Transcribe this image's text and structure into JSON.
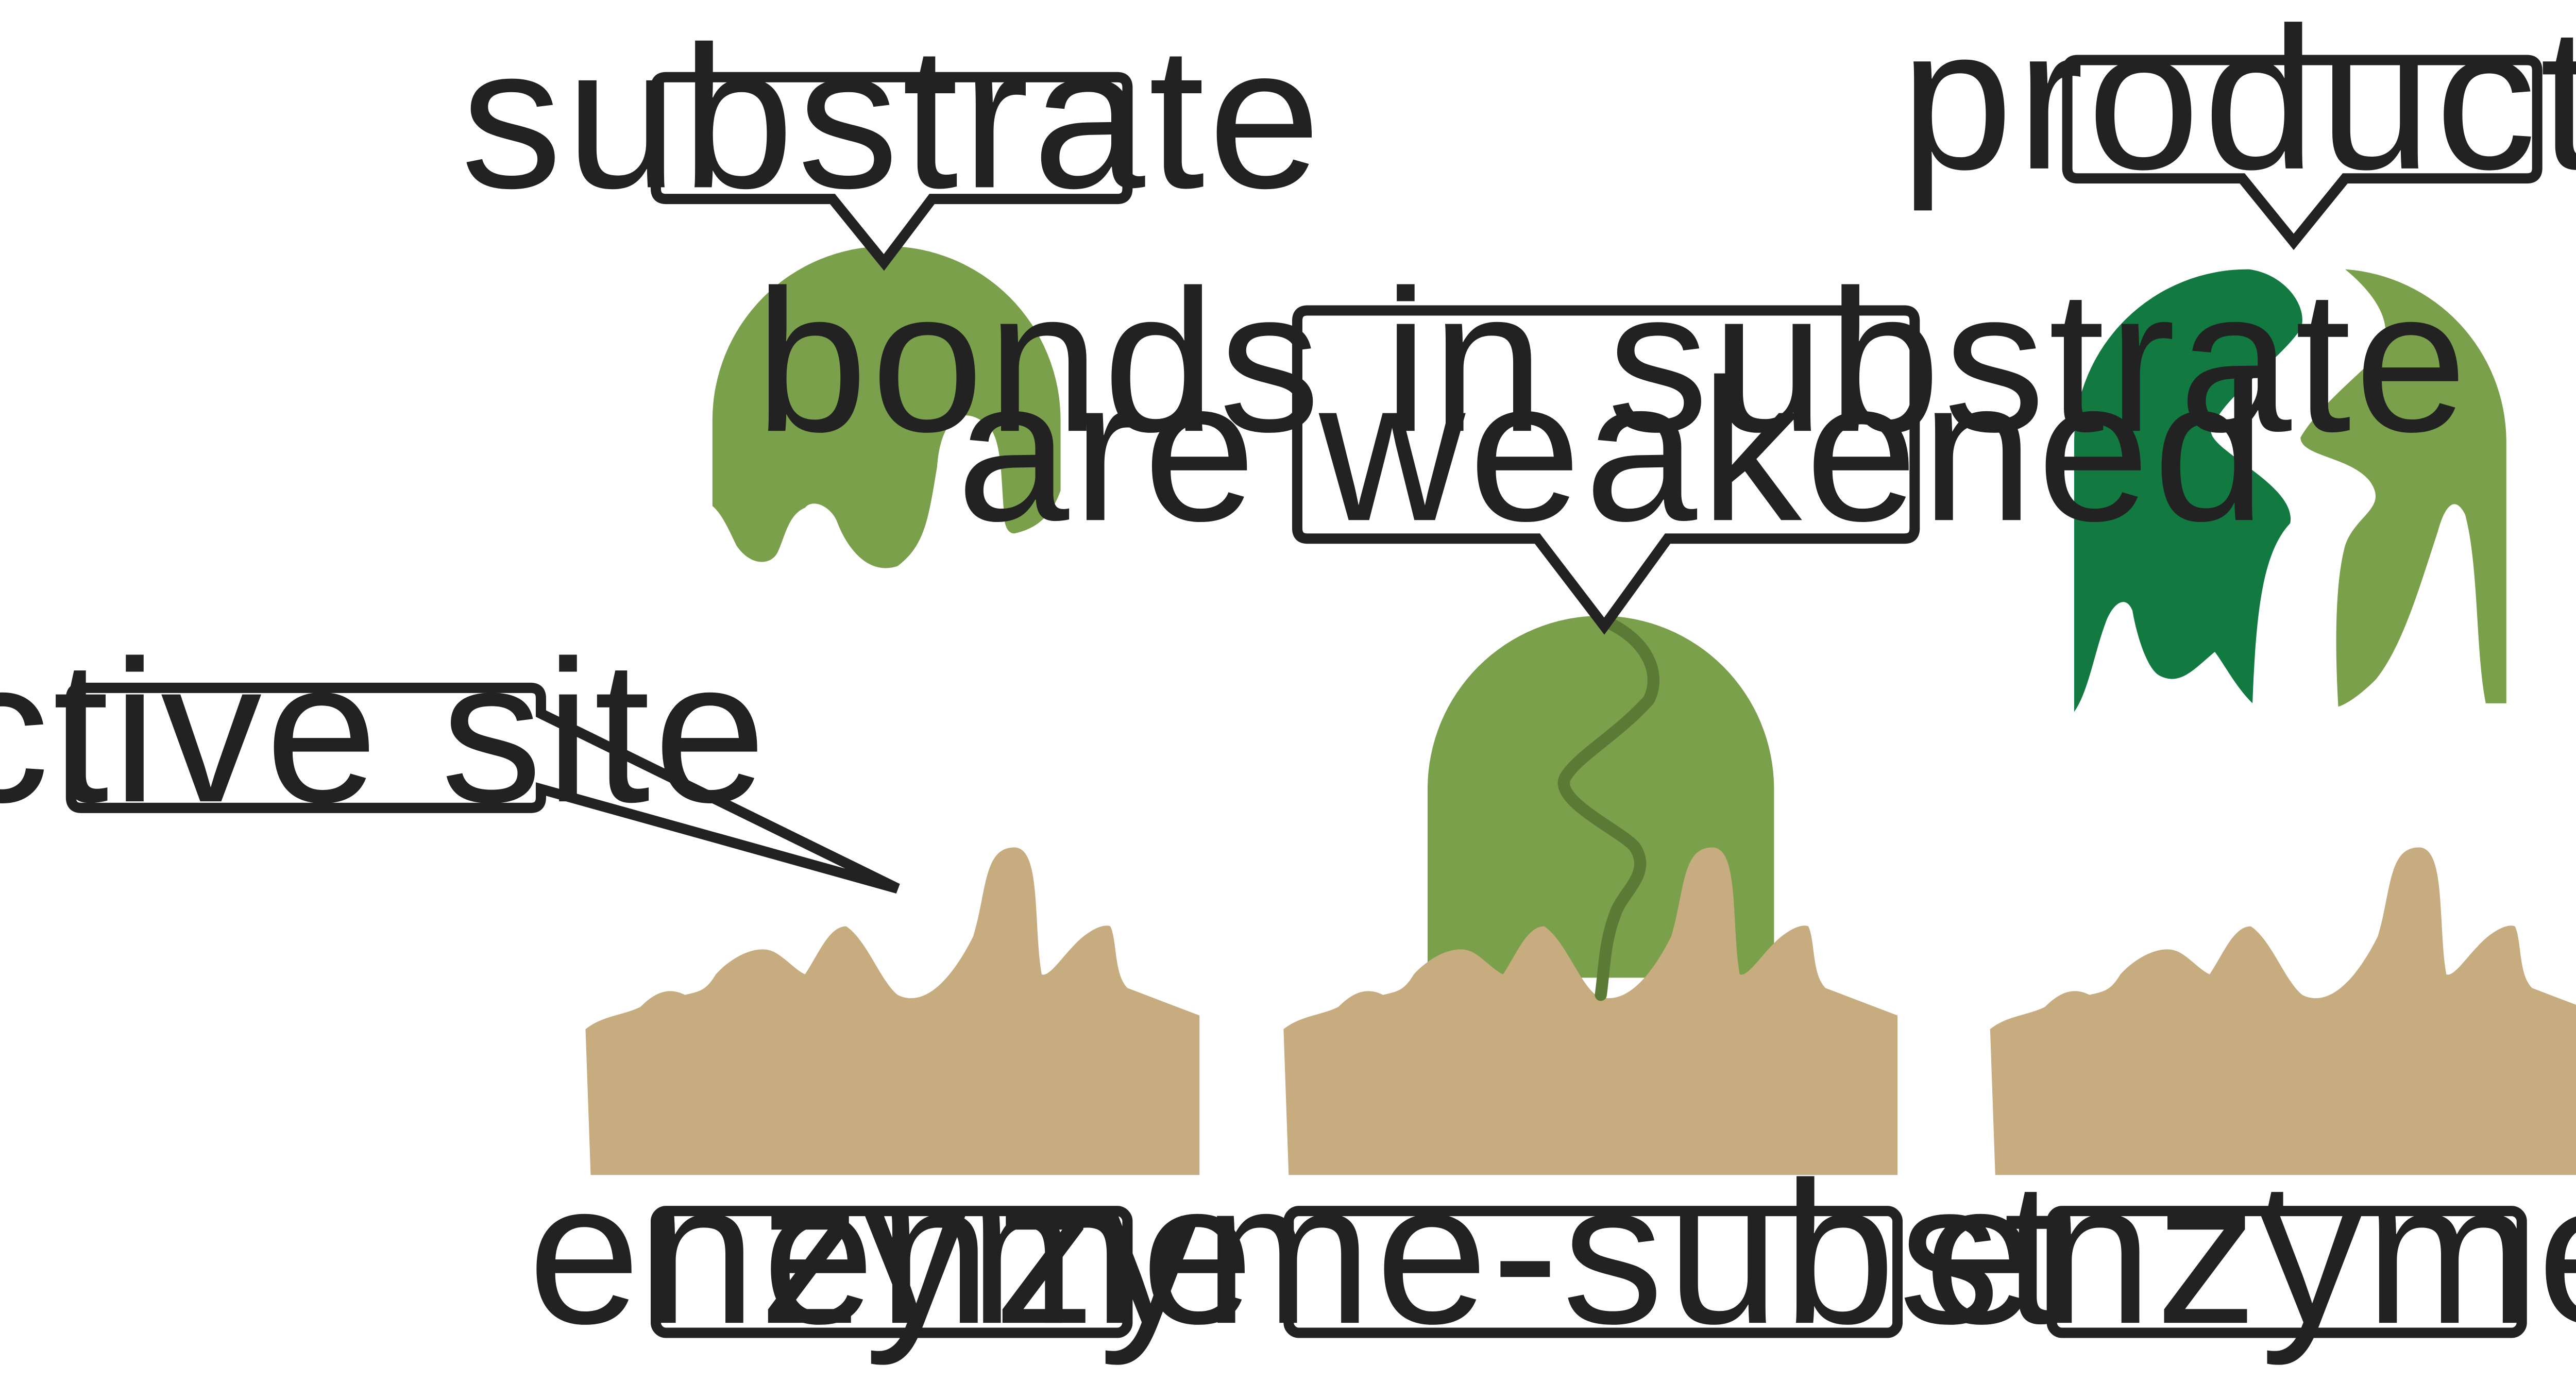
{
  "colors": {
    "enzyme": "#c6ac7f",
    "substrate": "#7aa04b",
    "product_dark": "#127a40",
    "product_light": "#7aa04b",
    "bond_line": "#5a7a35",
    "outline": "#222222",
    "background": "#ffffff"
  },
  "labels": {
    "substrate": "substrate",
    "products": "products",
    "active_site": "active site",
    "bonds_line1": "bonds in substrate",
    "bonds_line2": "are weakened",
    "enzyme_left": "enzyme",
    "enzyme_substrate": "enzyme-substrate",
    "enzyme_right": "enzyme"
  }
}
